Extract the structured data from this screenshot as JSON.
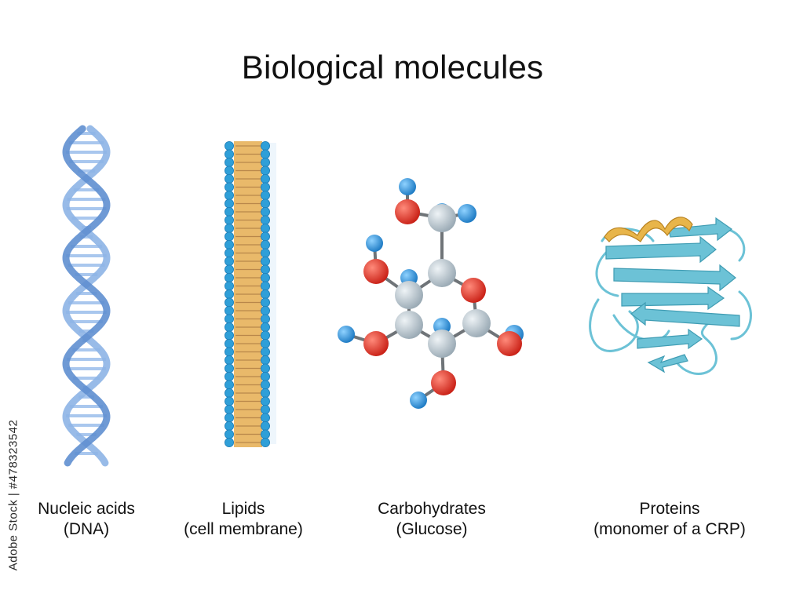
{
  "title": "Biological molecules",
  "watermark": "Adobe Stock | #478323542",
  "molecules": [
    {
      "line1": "Nucleic acids",
      "line2": "(DNA)"
    },
    {
      "line1": "Lipids",
      "line2": "(cell membrane)"
    },
    {
      "line1": "Carbohydrates",
      "line2": "(Glucose)"
    },
    {
      "line1": "Proteins",
      "line2": "(monomer of a CRP)"
    }
  ],
  "colors": {
    "dna": "#8db4e6",
    "dna_dark": "#5f8fd0",
    "lipid_head": "#2f9fd8",
    "lipid_tail": "#e9b96a",
    "carbon": "#b9c6cf",
    "oxygen": "#e2382c",
    "hydrogen": "#2b8fd6",
    "bond": "#6f7478",
    "protein_sheet": "#6cc2d6",
    "protein_helix": "#e8b54a"
  },
  "icons": [
    "dna-helix-icon",
    "lipid-bilayer-icon",
    "glucose-molecule-icon",
    "protein-ribbon-icon"
  ]
}
